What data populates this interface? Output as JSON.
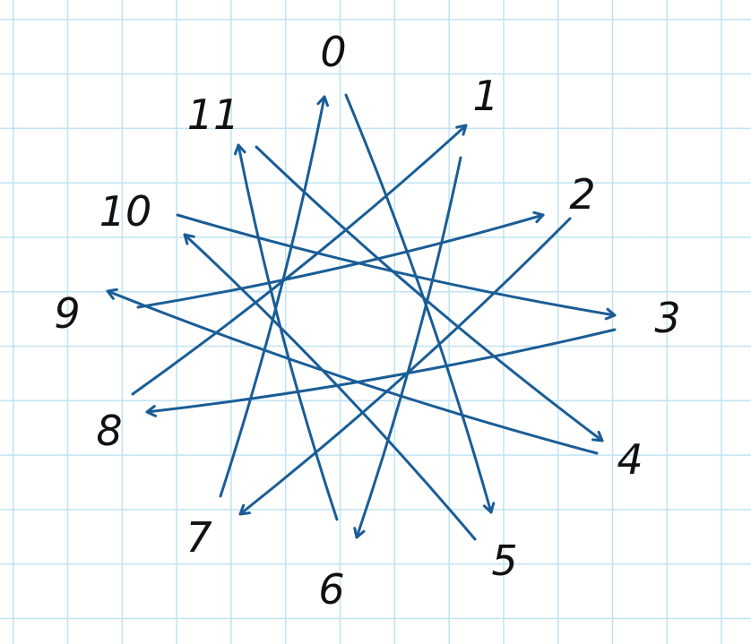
{
  "diagram": {
    "labels": [
      "0",
      "1",
      "2",
      "3",
      "4",
      "5",
      "6",
      "7",
      "8",
      "9",
      "10",
      "11"
    ],
    "arrows": [
      {
        "from": "7",
        "to": "0"
      },
      {
        "from": "0",
        "to": "5"
      },
      {
        "from": "8",
        "to": "1"
      },
      {
        "from": "1",
        "to": "6"
      },
      {
        "from": "9",
        "to": "2"
      },
      {
        "from": "2",
        "to": "7"
      },
      {
        "from": "10",
        "to": "3"
      },
      {
        "from": "3",
        "to": "8"
      },
      {
        "from": "11",
        "to": "4"
      },
      {
        "from": "4",
        "to": "9"
      },
      {
        "from": "5",
        "to": "10"
      },
      {
        "from": "6",
        "to": "11"
      }
    ],
    "line_color": "#1a5d96",
    "grid_color": "#bfe3f2"
  }
}
